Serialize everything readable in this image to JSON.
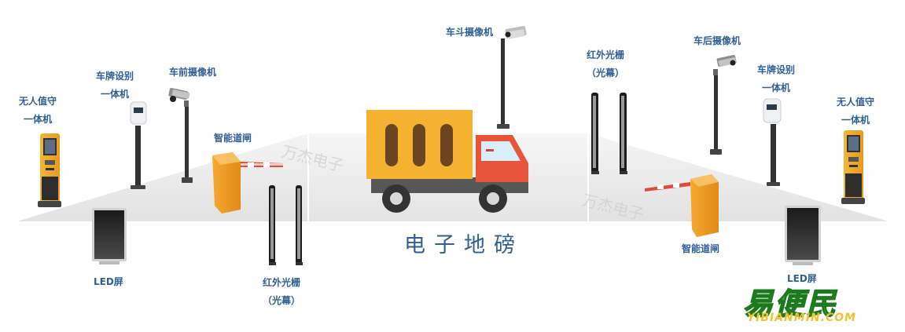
{
  "diagram": {
    "center_title": "电子地磅",
    "watermark": "万杰电子",
    "labels": {
      "kiosk_left": [
        "无人值守",
        "一体机"
      ],
      "plate_left": [
        "车牌设别",
        "一体机"
      ],
      "front_camera": "车前摄像机",
      "gate_left": "智能道闸",
      "led_left": "LED屏",
      "grating_left": [
        "红外光栅",
        "（光幕）"
      ],
      "bed_camera": "车斗摄像机",
      "grating_right": [
        "红外光栅",
        "（光幕）"
      ],
      "rear_camera": "车后摄像机",
      "plate_right": [
        "车牌设别",
        "一体机"
      ],
      "kiosk_right": [
        "无人值守",
        "一体机"
      ],
      "gate_right": "智能道闸",
      "led_right": "LED屏"
    },
    "logo": {
      "chinese": "易便民",
      "english": "YIBIANMIN.COM"
    },
    "colors": {
      "label_text": "#2f5f95",
      "truck_box": "#f5b230",
      "truck_cab": "#e8553a",
      "gate": "#f0a030",
      "floor": "#ececec",
      "logo_green": "#3fb834",
      "logo_yellow": "#f3c22b"
    }
  }
}
